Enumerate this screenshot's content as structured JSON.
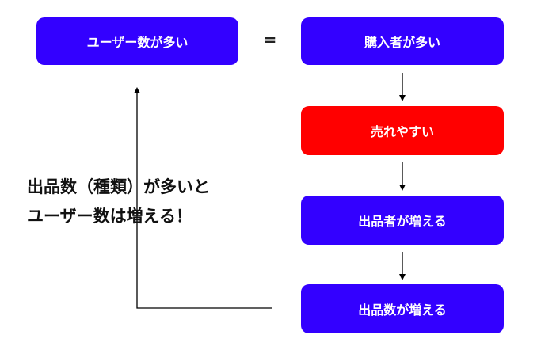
{
  "colors": {
    "blue": "#3300ff",
    "red": "#ff0000",
    "line": "#000000"
  },
  "nodes": {
    "users": "ユーザー数が多い",
    "buyers": "購入者が多い",
    "sells": "売れやすい",
    "sellers": "出品者が増える",
    "listings": "出品数が増える"
  },
  "equals_sign": "=",
  "caption": {
    "line1": "出品数（種類）が多いと",
    "line2": "ユーザー数は増える！"
  }
}
